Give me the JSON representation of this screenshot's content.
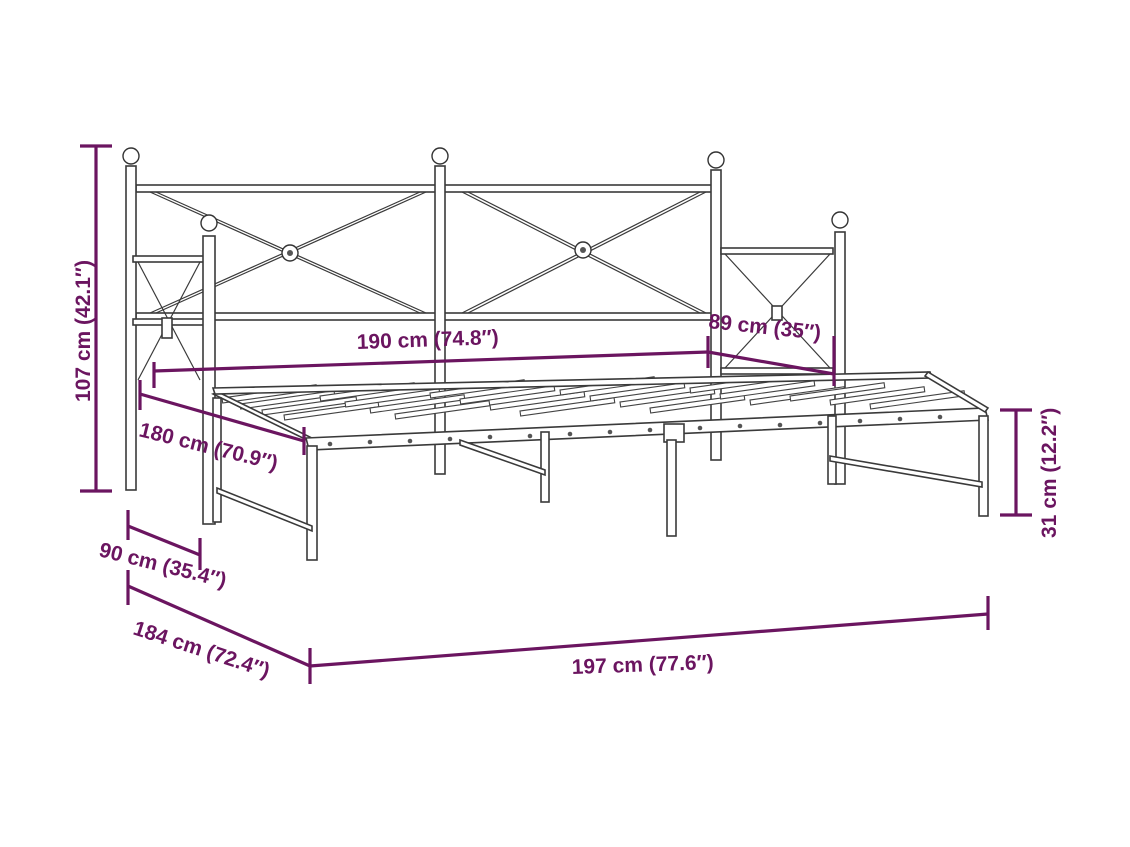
{
  "diagram": {
    "colors": {
      "dimension": "#6b1560",
      "frame": "#3a3a3a",
      "background": "#ffffff"
    },
    "dimensions": {
      "height": "107 cm (42.1″)",
      "inner_length": "190 cm (74.8″)",
      "extended_width": "89 cm (35″)",
      "inner_width": "180 cm (70.9″)",
      "leg_height": "31 cm (12.2″)",
      "depth": "90 cm (35.4″)",
      "outer_width": "184 cm (72.4″)",
      "outer_length": "197 cm (77.6″)"
    }
  }
}
